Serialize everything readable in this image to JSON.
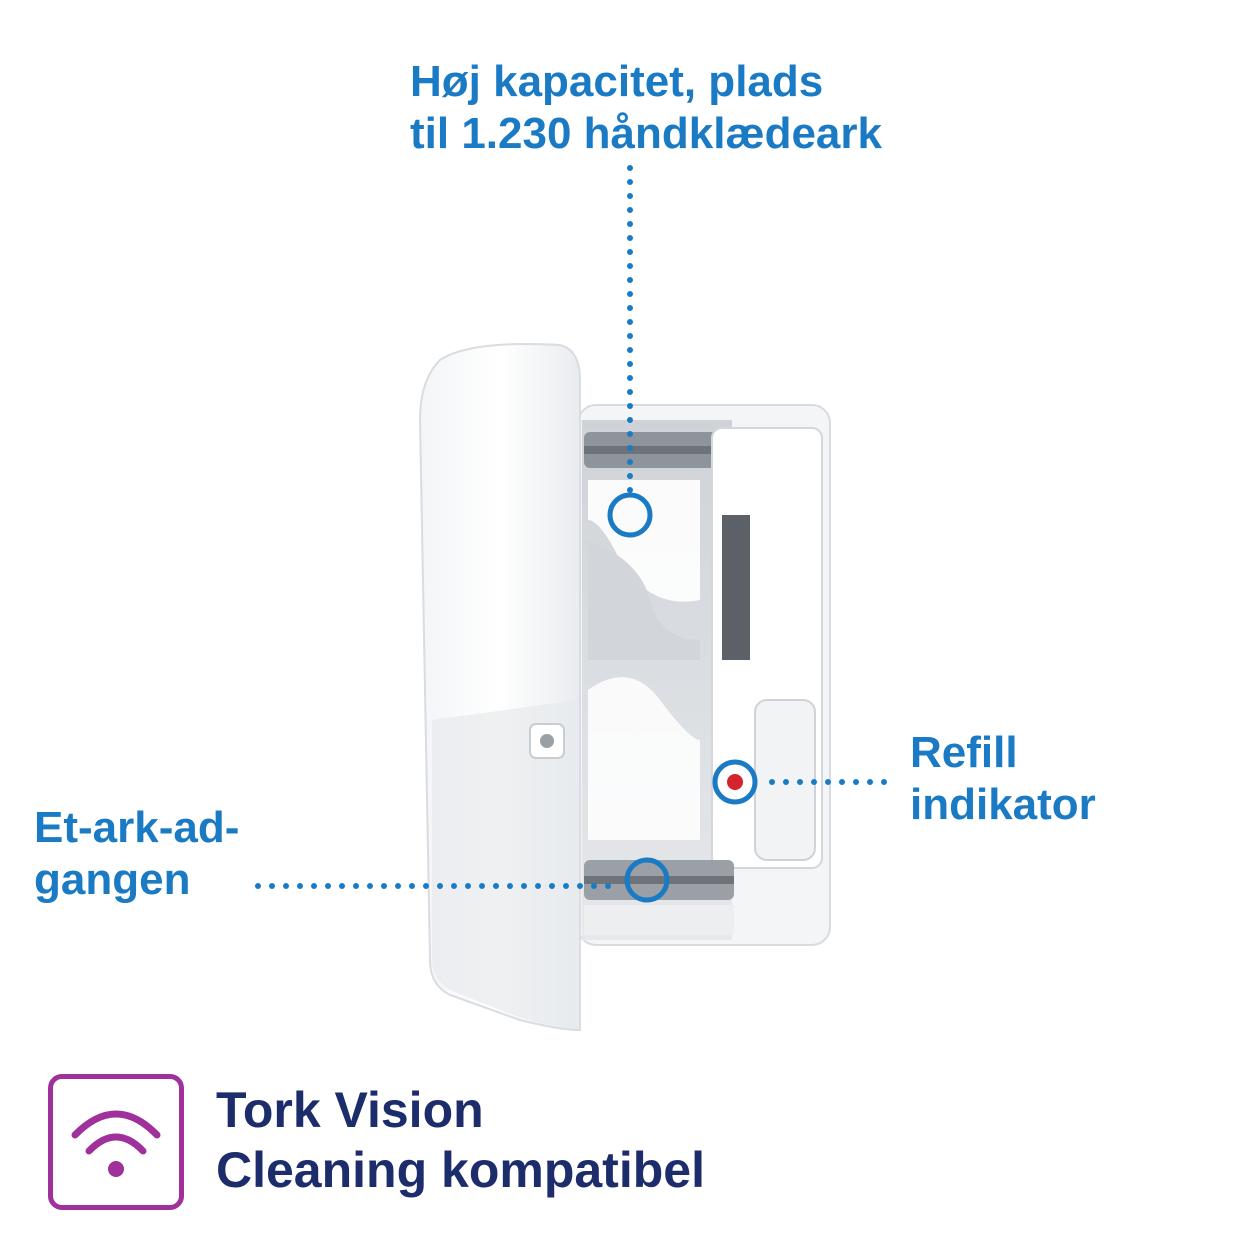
{
  "callouts": {
    "capacity": {
      "line1": "Høj kapacitet, plads",
      "line2": "til 1.230 håndklædeark"
    },
    "refill": {
      "line1": "Refill",
      "line2": "indikator"
    },
    "single_sheet": {
      "line1": "Et-ark-ad-",
      "line2": "gangen"
    }
  },
  "footer": {
    "line1": "Tork Vision",
    "line2": "Cleaning kompatibel",
    "icon": "wifi-signal-icon"
  },
  "colors": {
    "callout_blue": "#1a7bc4",
    "footer_navy": "#1d2d6b",
    "icon_purple": "#a0309c",
    "indicator_red": "#d6242e"
  }
}
